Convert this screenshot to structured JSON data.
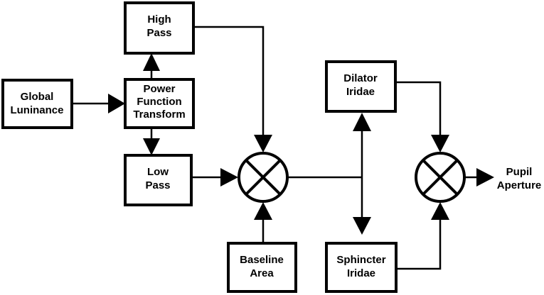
{
  "diagram": {
    "blocks": {
      "high_pass": {
        "lines": [
          "High",
          "Pass"
        ]
      },
      "global_luminance": {
        "lines": [
          "Global",
          "Luninance"
        ]
      },
      "power_function": {
        "lines": [
          "Power",
          "Function",
          "Transform"
        ]
      },
      "low_pass": {
        "lines": [
          "Low",
          "Pass"
        ]
      },
      "baseline_area": {
        "lines": [
          "Baseline",
          "Area"
        ]
      },
      "dilator_iridae": {
        "lines": [
          "Dilator",
          "Iridae"
        ]
      },
      "sphincter_iridae": {
        "lines": [
          "Sphincter",
          "Iridae"
        ]
      }
    },
    "output": {
      "lines": [
        "Pupil",
        "Aperture"
      ]
    },
    "colors": {
      "stroke": "#000000",
      "fill": "#ffffff"
    }
  }
}
